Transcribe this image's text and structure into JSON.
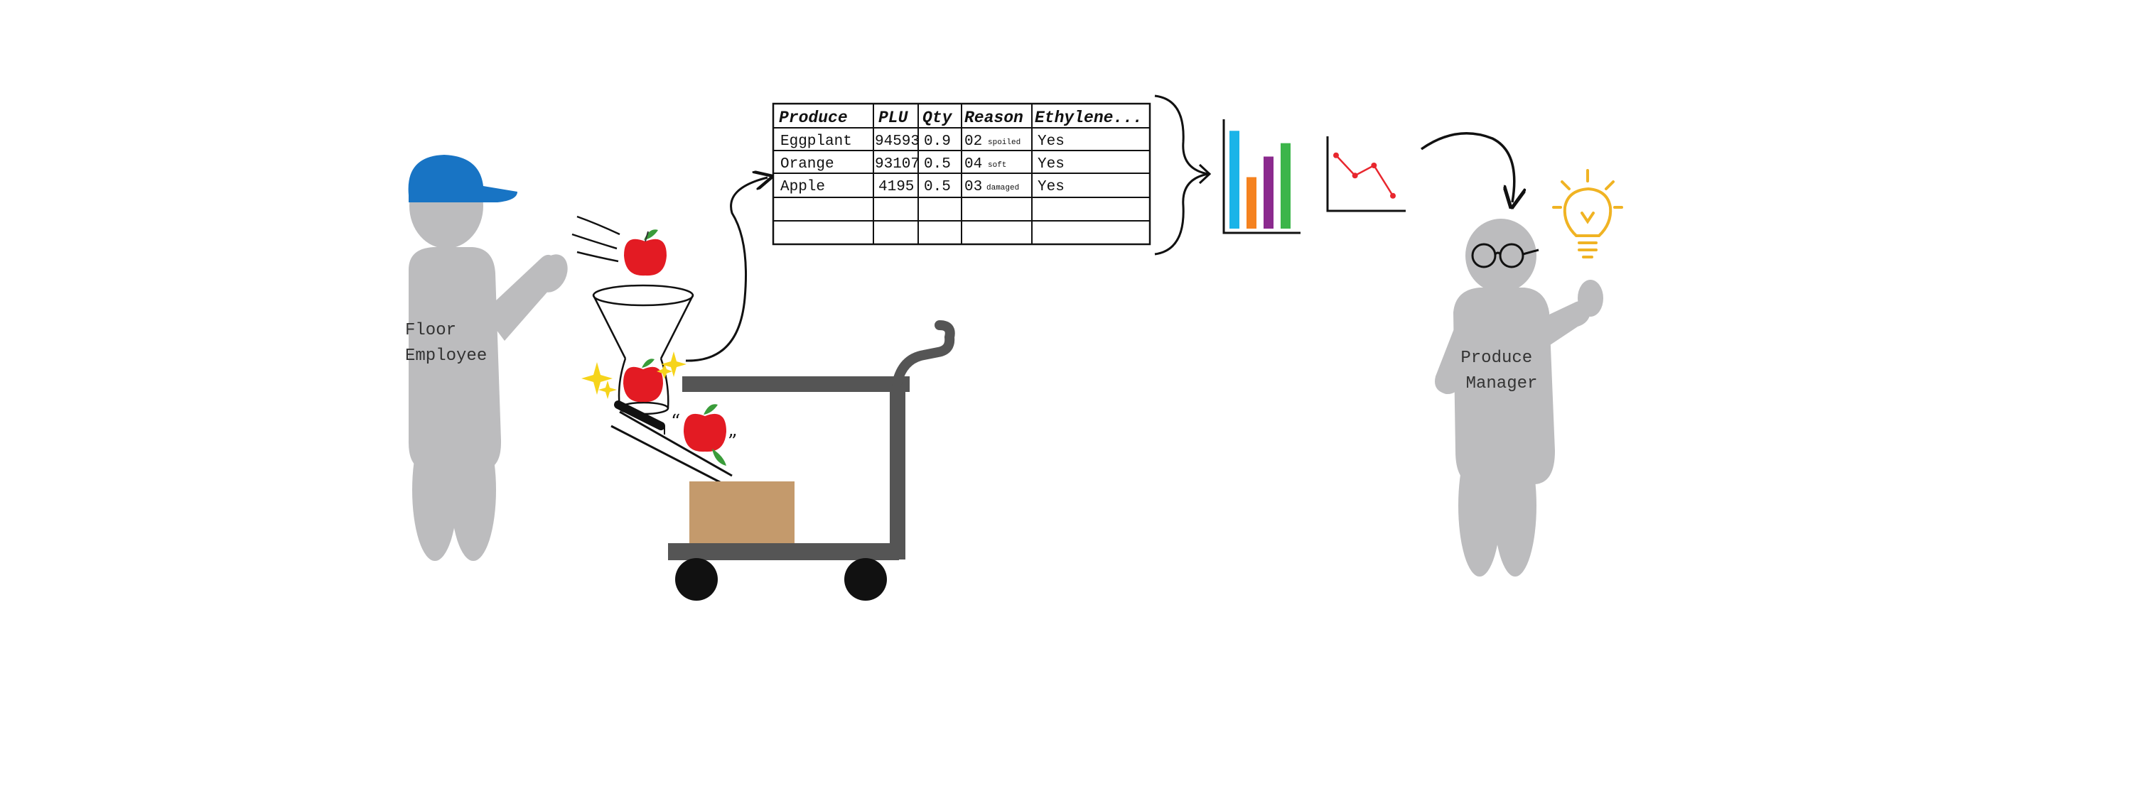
{
  "labels": {
    "floor_employee": [
      "Floor",
      "Employee"
    ],
    "produce_manager": [
      "Produce",
      "Manager"
    ]
  },
  "table": {
    "headers": [
      "Produce",
      "PLU",
      "Qty",
      "Reason",
      "Ethylene..."
    ],
    "rows": [
      {
        "produce": "Eggplant",
        "plu": "94593",
        "qty": "0.9",
        "reason_code": "02",
        "reason_text": "spoiled",
        "ethylene": "Yes"
      },
      {
        "produce": "Orange",
        "plu": "93107",
        "qty": "0.5",
        "reason_code": "04",
        "reason_text": "soft",
        "ethylene": "Yes"
      },
      {
        "produce": "Apple",
        "plu": "4195",
        "qty": "0.5",
        "reason_code": "03",
        "reason_text": "damaged",
        "ethylene": "Yes"
      }
    ],
    "empty_rows": 2
  },
  "charts": {
    "bar_colors": [
      "#1ab4e8",
      "#f5821f",
      "#8b2a8e",
      "#3cb54a"
    ],
    "bar_values": [
      0.95,
      0.5,
      0.7,
      0.83
    ],
    "trend_color": "#e8272e",
    "trend_values": [
      0.75,
      0.45,
      0.6,
      0.15
    ]
  },
  "colors": {
    "person": "#bcbcbe",
    "cap": "#1874c4",
    "apple": "#e31b23",
    "leaf": "#3a9c3a",
    "sparkle": "#f6d41b",
    "cart": "#555555",
    "box": "#c49a6c",
    "bulb": "#f0b323"
  }
}
